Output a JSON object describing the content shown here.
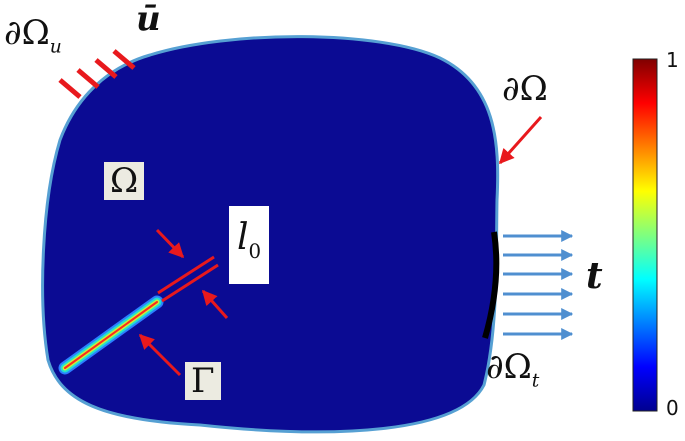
{
  "labels": {
    "boundary_u_symbol": "∂Ω",
    "boundary_u_sub": "u",
    "displacement": "ū",
    "boundary": "∂Ω",
    "domain": "Ω",
    "length_scale": "l",
    "length_scale_sub": "0",
    "crack": "Γ",
    "traction": "t",
    "boundary_t_symbol": "∂Ω",
    "boundary_t_sub": "t"
  },
  "colorbar": {
    "max_label": "1",
    "min_label": "0",
    "colormap": "jet",
    "range": [
      0,
      1
    ]
  },
  "colors": {
    "domain_fill": "#0b0b93",
    "domain_edge": "#56a0d3",
    "arrow_red": "#e8191d",
    "arrow_blue": "#4f8fd0",
    "traction_edge": "#000000"
  }
}
